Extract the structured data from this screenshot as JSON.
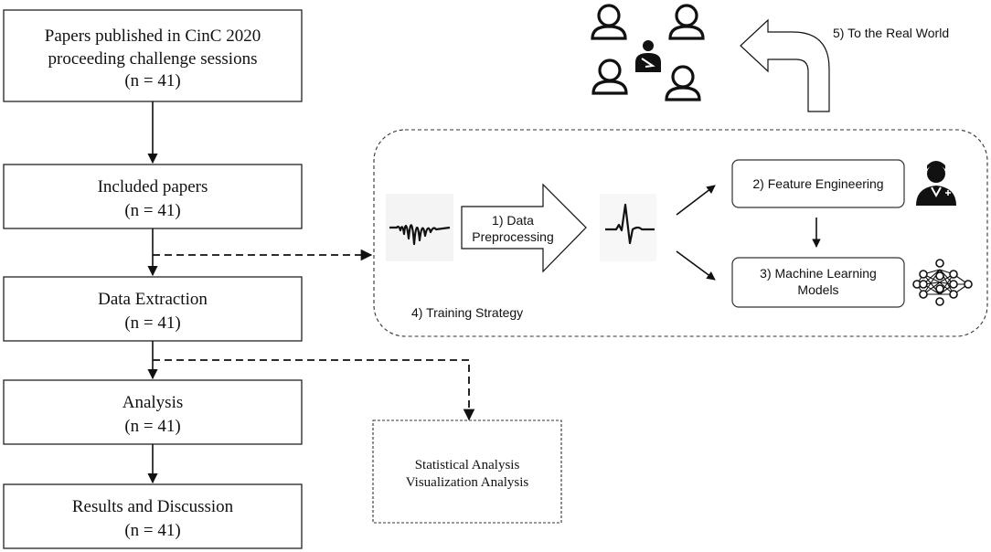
{
  "flow": {
    "papers_published": {
      "line1": "Papers published in CinC 2020",
      "line2": "proceeding challenge sessions",
      "count": "(n = 41)"
    },
    "included": {
      "label": "Included papers",
      "count": "(n = 41)"
    },
    "extraction": {
      "label": "Data Extraction",
      "count": "(n = 41)"
    },
    "analysis": {
      "label": "Analysis",
      "count": "(n = 41)"
    },
    "results": {
      "label": "Results and Discussion",
      "count": "(n = 41)"
    }
  },
  "analysis_box": {
    "line1": "Statistical Analysis",
    "line2": "Visualization Analysis"
  },
  "pipeline": {
    "preprocessing": {
      "line1": "1) Data",
      "line2": "Preprocessing"
    },
    "feature_engineering": "2) Feature Engineering",
    "ml_models": {
      "line1": "3) Machine Learning",
      "line2": "Models"
    },
    "training_strategy": "4) Training Strategy",
    "real_world": "5) To the Real World"
  },
  "icons": [
    "raw-ecg-signal-icon",
    "ecg-beat-icon",
    "doctor-icon",
    "neural-network-icon",
    "people-icon",
    "patient-icon",
    "u-turn-arrow-icon"
  ]
}
